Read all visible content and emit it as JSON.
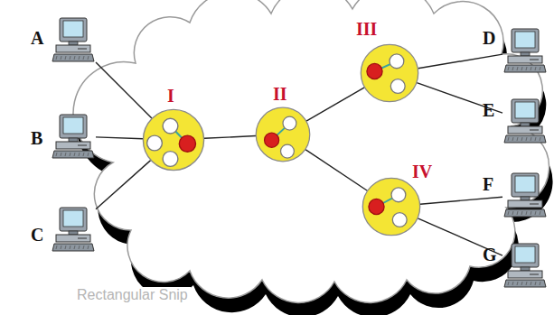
{
  "diagram": {
    "nodes": [
      {
        "text": [
          "A"
        ]
      },
      {
        "text": [
          "B"
        ]
      },
      {
        "text": [
          "C"
        ]
      },
      {
        "text": [
          "I"
        ]
      },
      {
        "text": [
          "II"
        ]
      },
      {
        "text": [
          "III"
        ]
      },
      {
        "text": [
          "IV"
        ]
      },
      {
        "text": [
          "D"
        ]
      },
      {
        "text": [
          "E"
        ]
      },
      {
        "text": [
          "F"
        ]
      },
      {
        "text": [
          "G"
        ]
      }
    ],
    "edges": [
      {
        "from": 0,
        "to": 3,
        "arrow": "none"
      },
      {
        "from": 1,
        "to": 3,
        "arrow": "none"
      },
      {
        "from": 2,
        "to": 3,
        "arrow": "none"
      },
      {
        "from": 3,
        "to": 4,
        "arrow": "none"
      },
      {
        "from": 4,
        "to": 5,
        "arrow": "none"
      },
      {
        "from": 4,
        "to": 6,
        "arrow": "none"
      },
      {
        "from": 5,
        "to": 7,
        "arrow": "none"
      },
      {
        "from": 5,
        "to": 8,
        "arrow": "none"
      },
      {
        "from": 6,
        "to": 9,
        "arrow": "none"
      },
      {
        "from": 6,
        "to": 10,
        "arrow": "none"
      }
    ],
    "labels": [
      "Rectangular Snip"
    ]
  }
}
